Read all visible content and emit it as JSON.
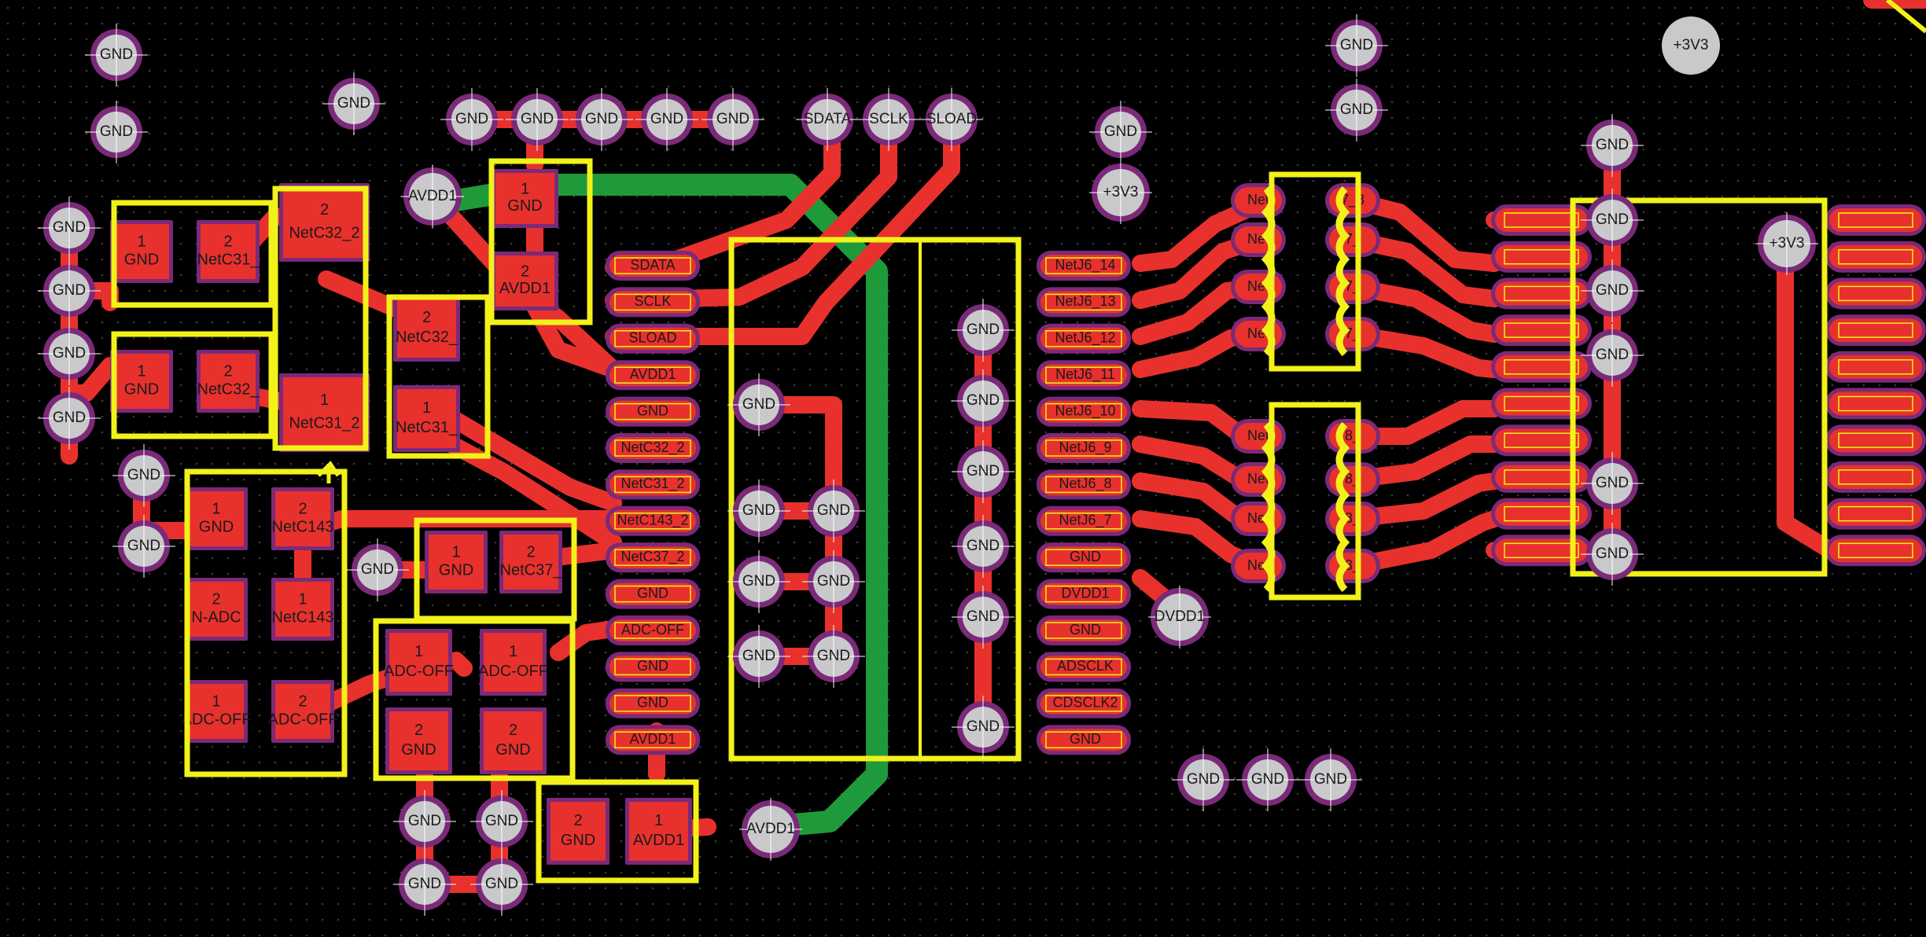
{
  "colors": {
    "background": "#000000",
    "grid_dot": "#3a3a3a",
    "copper_top": "#e8312d",
    "copper_bottom": "#1f9a3a",
    "pad_outline": "#7a2a78",
    "via_fill": "#c9c9cc",
    "via_ring": "#7a2a78",
    "silkscreen": "#f2f21a",
    "pin_outline": "#f2f21a"
  },
  "vias": [
    {
      "label": "GND"
    },
    {
      "label": "GND"
    },
    {
      "label": "GND"
    },
    {
      "label": "GND"
    },
    {
      "label": "GND"
    },
    {
      "label": "GND"
    },
    {
      "label": "GND"
    },
    {
      "label": "GND"
    },
    {
      "label": "GND"
    },
    {
      "label": "GND"
    },
    {
      "label": "GND"
    },
    {
      "label": "GND"
    },
    {
      "label": "GND"
    },
    {
      "label": "SDATA"
    },
    {
      "label": "SCLK"
    },
    {
      "label": "SLOAD"
    },
    {
      "label": "AVDD1"
    },
    {
      "label": "GND"
    },
    {
      "label": "GND"
    },
    {
      "label": "GND"
    },
    {
      "label": "GND"
    },
    {
      "label": "+3V3"
    },
    {
      "label": "GND"
    },
    {
      "label": "GND"
    },
    {
      "label": "GND"
    },
    {
      "label": "GND"
    },
    {
      "label": "GND"
    },
    {
      "label": "GND"
    },
    {
      "label": "GND"
    },
    {
      "label": "GND"
    },
    {
      "label": "GND"
    },
    {
      "label": "GND"
    },
    {
      "label": "GND"
    },
    {
      "label": "GND"
    },
    {
      "label": "GND"
    },
    {
      "label": "GND"
    },
    {
      "label": "GND"
    },
    {
      "label": "GND"
    },
    {
      "label": "GND"
    },
    {
      "label": "GND"
    },
    {
      "label": "GND"
    },
    {
      "label": "GND"
    },
    {
      "label": "DVDD1"
    },
    {
      "label": "GND"
    },
    {
      "label": "GND"
    },
    {
      "label": "GND"
    },
    {
      "label": "AVDD1"
    },
    {
      "label": "GND"
    },
    {
      "label": "GND"
    },
    {
      "label": "GND"
    },
    {
      "label": "GND"
    },
    {
      "label": "GND"
    },
    {
      "label": "GND"
    },
    {
      "label": "GND"
    },
    {
      "label": "GND"
    },
    {
      "label": "GND"
    },
    {
      "label": "GND"
    },
    {
      "label": "+3V3"
    }
  ],
  "smd_pads": [
    {
      "num": "1",
      "net": "GND"
    },
    {
      "num": "2",
      "net": "NetC31_"
    },
    {
      "num": "1",
      "net": "GND"
    },
    {
      "num": "2",
      "net": "NetC32_"
    },
    {
      "num": "2",
      "net": "NetC32_2"
    },
    {
      "num": "1",
      "net": "NetC31_2"
    },
    {
      "num": "1",
      "net": "GND"
    },
    {
      "num": "2",
      "net": "AVDD1"
    },
    {
      "num": "2",
      "net": "NetC32_"
    },
    {
      "num": "1",
      "net": "NetC31_"
    },
    {
      "num": "1",
      "net": "GND"
    },
    {
      "num": "2",
      "net": "NetC143"
    },
    {
      "num": "2",
      "net": "N-ADC"
    },
    {
      "num": "1",
      "net": "NetC143"
    },
    {
      "num": "1",
      "net": "ADC-OFF"
    },
    {
      "num": "2",
      "net": "ADC-OFF"
    },
    {
      "num": "1",
      "net": "GND"
    },
    {
      "num": "2",
      "net": "NetC37_"
    },
    {
      "num": "1",
      "net": "ADC-OFF"
    },
    {
      "num": "2",
      "net": "GND"
    },
    {
      "num": "1",
      "net": "ADC-OFF"
    },
    {
      "num": "2",
      "net": "GND"
    },
    {
      "num": "2",
      "net": "GND"
    },
    {
      "num": "1",
      "net": "AVDD1"
    }
  ],
  "ic_left_pins": [
    {
      "label": "SDATA"
    },
    {
      "label": "SCLK"
    },
    {
      "label": "SLOAD"
    },
    {
      "label": "AVDD1"
    },
    {
      "label": "GND"
    },
    {
      "label": "NetC32_2"
    },
    {
      "label": "NetC31_2"
    },
    {
      "label": "NetC143_2"
    },
    {
      "label": "NetC37_2"
    },
    {
      "label": "GND"
    },
    {
      "label": "ADC-OFF"
    },
    {
      "label": "GND"
    },
    {
      "label": "GND"
    },
    {
      "label": "AVDD1"
    }
  ],
  "ic_right_pins": [
    {
      "label": "NetJ6_14"
    },
    {
      "label": "NetJ6_13"
    },
    {
      "label": "NetJ6_12"
    },
    {
      "label": "NetJ6_11"
    },
    {
      "label": "NetJ6_10"
    },
    {
      "label": "NetJ6_9"
    },
    {
      "label": "NetJ6_8"
    },
    {
      "label": "NetJ6_7"
    },
    {
      "label": "GND"
    },
    {
      "label": "DVDD1"
    },
    {
      "label": "GND"
    },
    {
      "label": "ADSCLK"
    },
    {
      "label": "CDSCLK2"
    },
    {
      "label": "GND"
    }
  ],
  "rn_pads": [
    {
      "label": "Net"
    },
    {
      "label": "Net"
    },
    {
      "label": "Net"
    },
    {
      "label": "Net"
    },
    {
      "label": "7_8"
    },
    {
      "label": "7_"
    },
    {
      "label": "7_"
    },
    {
      "label": "7_"
    },
    {
      "label": "Net"
    },
    {
      "label": "Net"
    },
    {
      "label": "Net"
    },
    {
      "label": "Net"
    },
    {
      "label": "8_"
    },
    {
      "label": "8_"
    },
    {
      "label": "8_"
    },
    {
      "label": "8_"
    }
  ],
  "connector_pins": 10,
  "ic_pin_count_per_side": 14
}
